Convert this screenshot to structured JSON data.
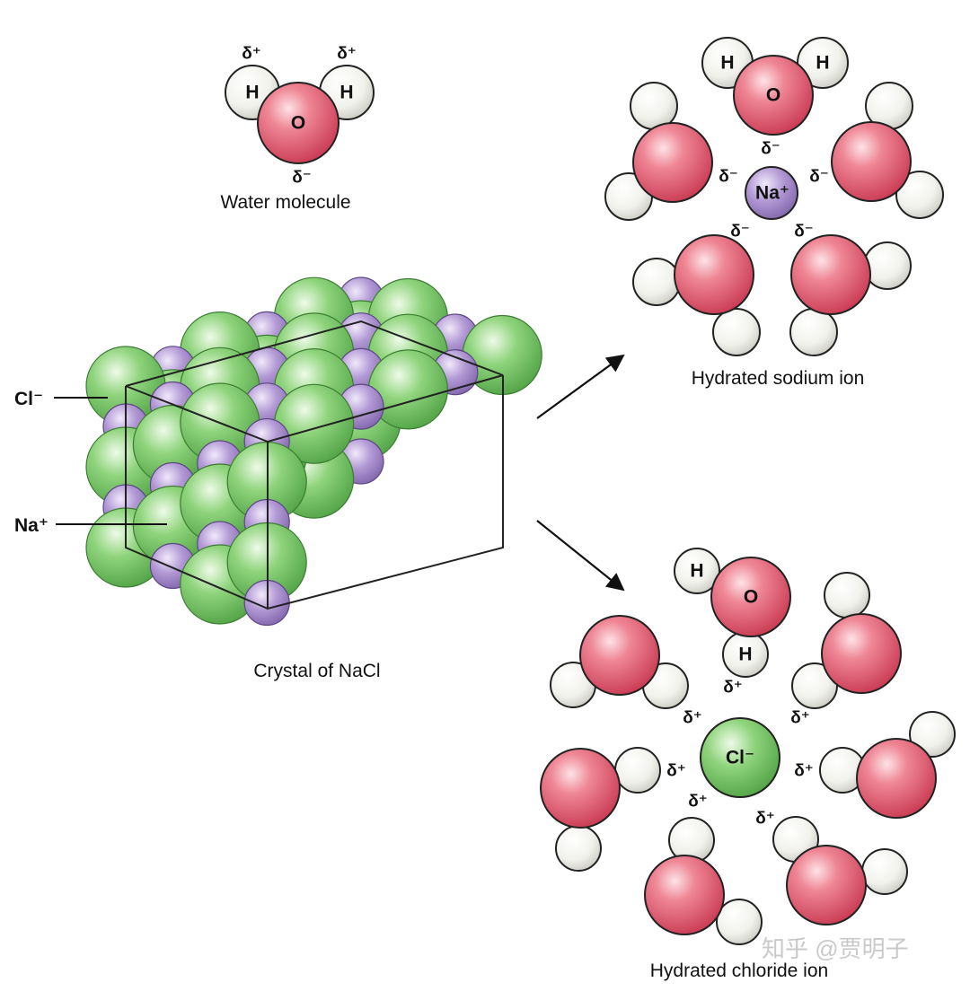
{
  "captions": {
    "water": "Water molecule",
    "crystal": "Crystal of NaCl",
    "sodium": "Hydrated sodium ion",
    "chloride": "Hydrated chloride ion"
  },
  "atoms": {
    "oxygen": "O",
    "hydrogen": "H"
  },
  "ions": {
    "sodium": "Na⁺",
    "chloride": "Cl⁻"
  },
  "crystal_labels": {
    "chloride": "Cl⁻",
    "sodium": "Na⁺"
  },
  "partial_charges": {
    "positive": "δ⁺",
    "negative": "δ⁻"
  },
  "watermark": "知乎 @贾明子",
  "colors": {
    "oxygen": "#e0566b",
    "hydrogen": "#f2f2ee",
    "chloride": "#6fbf5f",
    "sodium": "#a58bc8",
    "arrow": "#111111"
  }
}
